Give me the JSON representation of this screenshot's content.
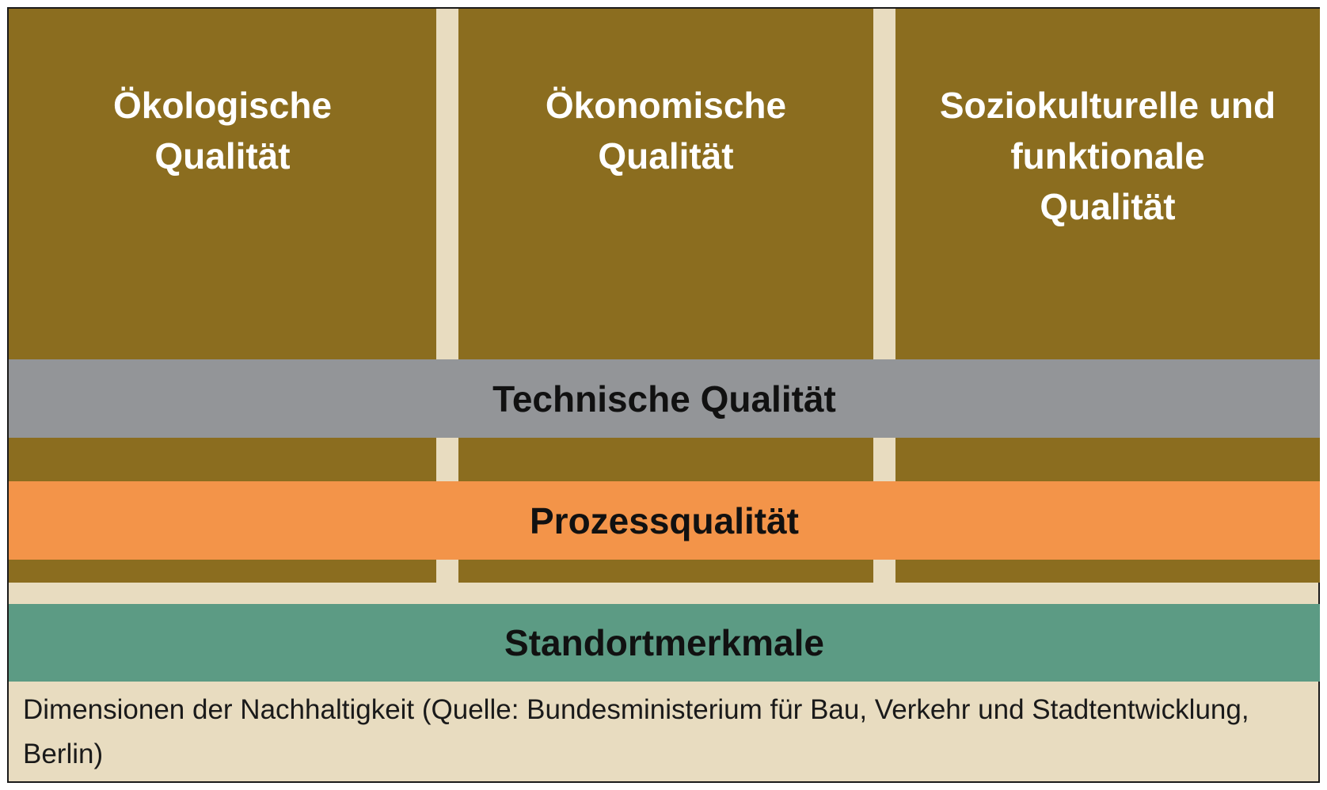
{
  "pillars": [
    {
      "title": "Ökologische\nQualität"
    },
    {
      "title": "Ökonomische\nQualität"
    },
    {
      "title": "Soziokulturelle und\nfunktionale\nQualität"
    }
  ],
  "bands": {
    "technical": "Technische Qualität",
    "process": "Prozessqualität",
    "location": "Standortmerkmale"
  },
  "caption": "Dimensionen der Nachhaltigkeit (Quelle: Bundesministerium für Bau, Verkehr und Stadtentwicklung, Berlin)",
  "colors": {
    "pillar": "#8b6d1f",
    "background": "#e8dcc0",
    "technical": "#939598",
    "process": "#f39449",
    "location": "#5c9b84"
  }
}
